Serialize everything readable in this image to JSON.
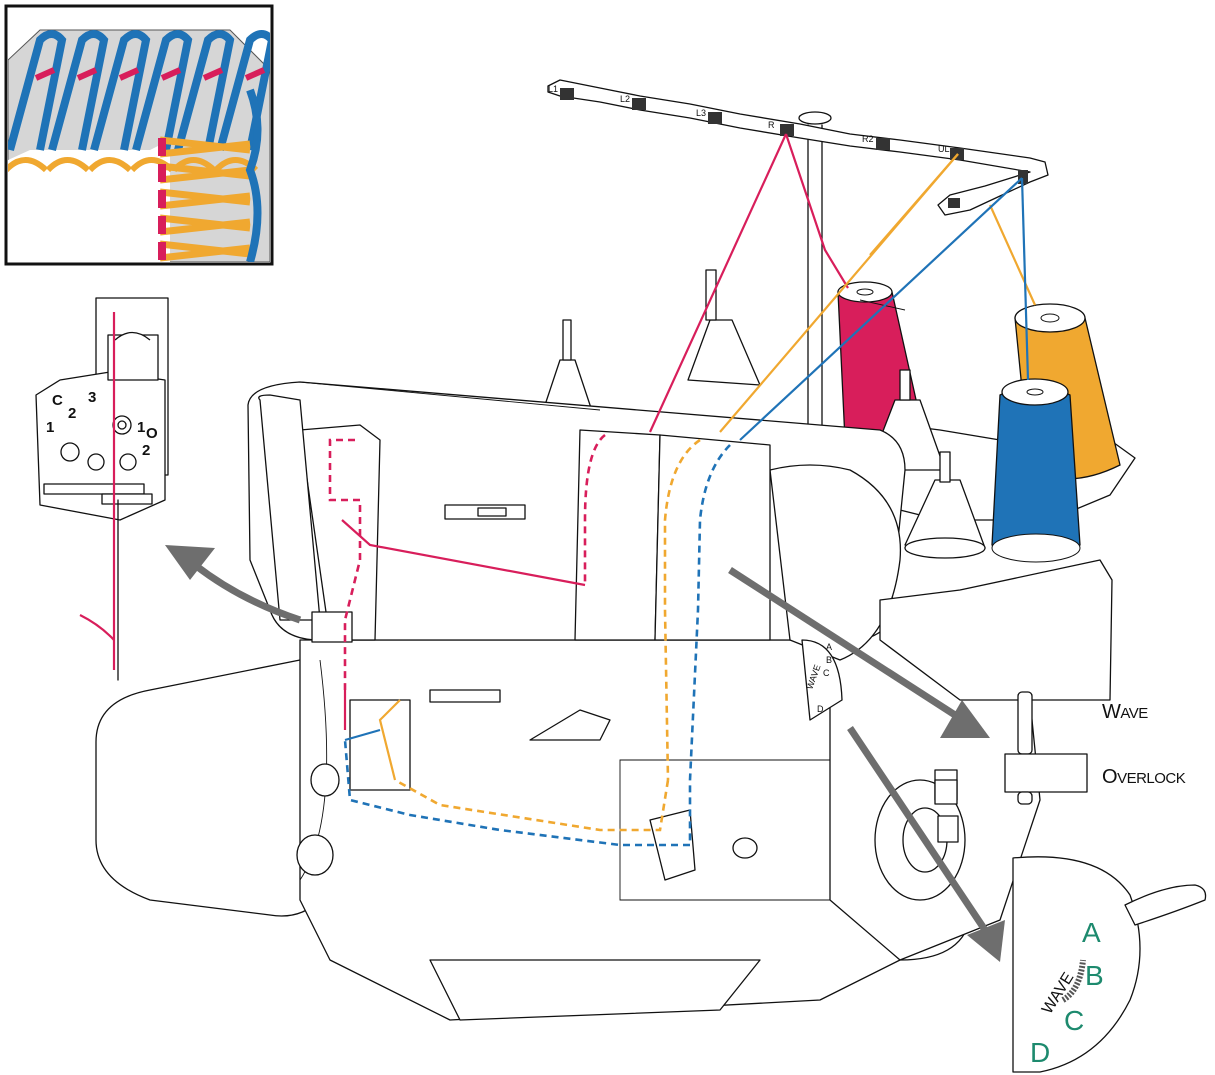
{
  "colors": {
    "needle_thread": "#d81e5b",
    "upper_looper": "#f0a830",
    "lower_looper": "#1f73b7",
    "dial_letters": "#1d8a6e",
    "arrow": "#6e6e6e",
    "outline": "#111111"
  },
  "labels": {
    "wave_prefix": "W",
    "wave_rest": "AVE",
    "overlock_prefix": "O",
    "overlock_rest": "VERLOCK"
  },
  "dial": {
    "word": "WAVE",
    "letters": [
      "A",
      "B",
      "C",
      "D"
    ]
  },
  "small_dial": {
    "word": "WAVE",
    "letters": [
      "A",
      "B",
      "C",
      "D"
    ]
  },
  "needle_plate": {
    "marks": [
      "C",
      "2",
      "3",
      "1",
      "1",
      "O",
      "2"
    ]
  },
  "thread_guide_tags": [
    "L1",
    "L2",
    "L3",
    "R",
    "R2",
    "UL"
  ]
}
